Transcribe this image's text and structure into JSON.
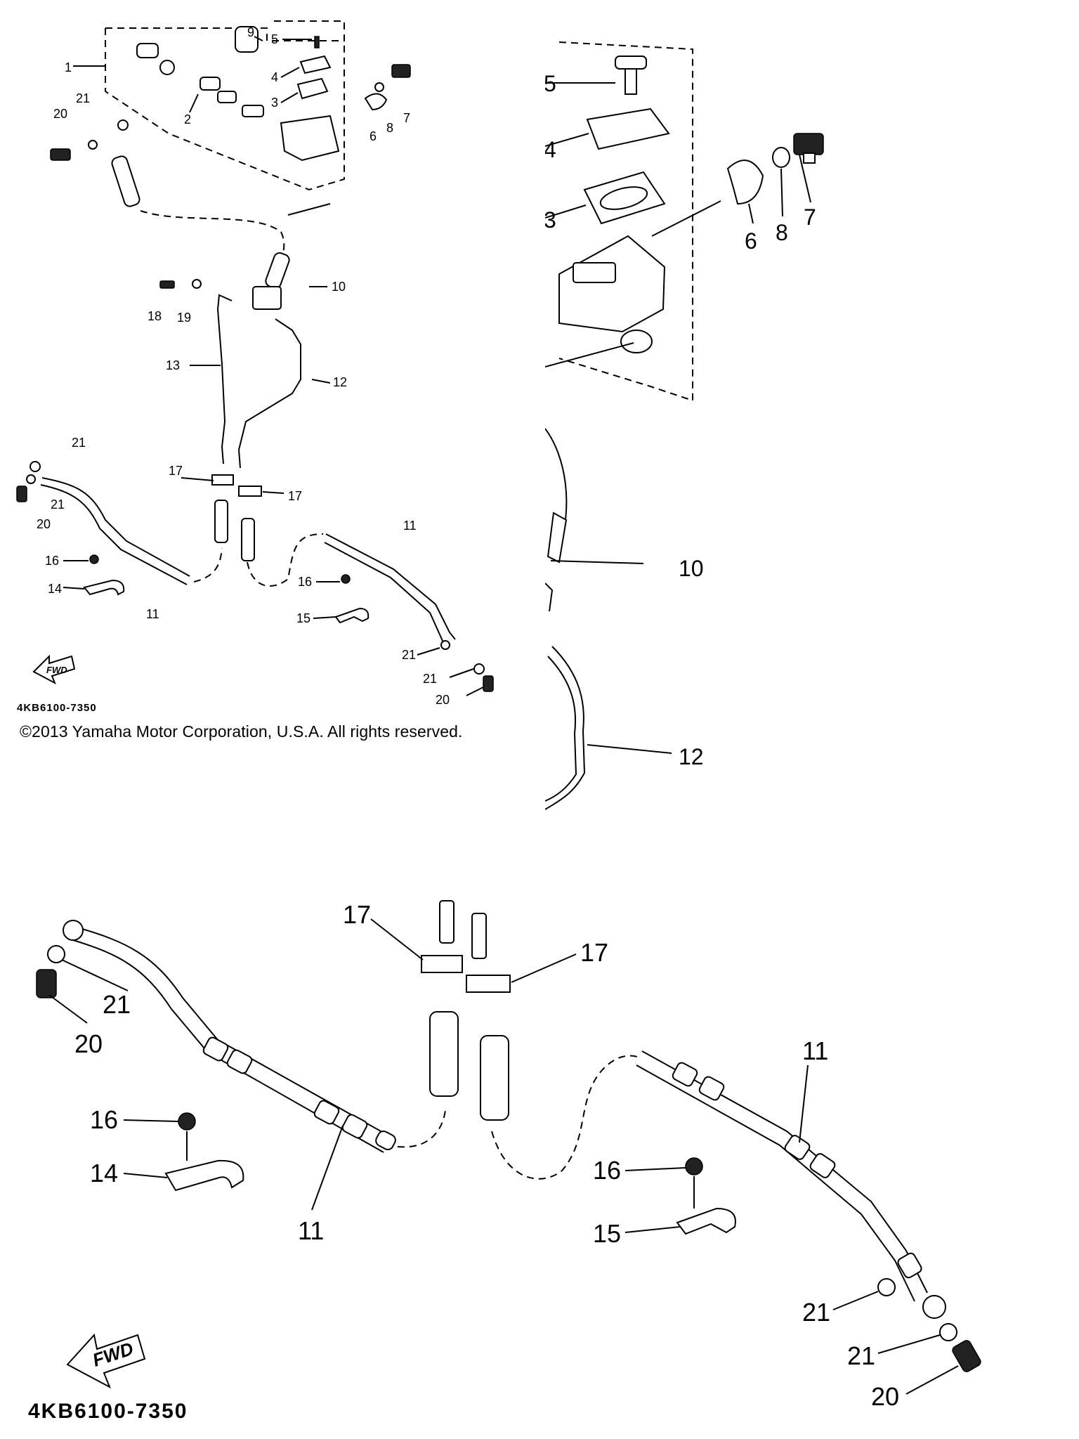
{
  "overview": {
    "callouts": [
      "1",
      "2",
      "3",
      "4",
      "5",
      "6",
      "7",
      "8",
      "9",
      "10",
      "11",
      "11",
      "12",
      "13",
      "14",
      "15",
      "16",
      "16",
      "17",
      "17",
      "18",
      "19",
      "20",
      "20",
      "20",
      "21",
      "21",
      "21",
      "21",
      "21"
    ],
    "fwd_label": "FWD",
    "part_code": "4KB6100-7350",
    "copyright": "©2013 Yamaha Motor Corporation, U.S.A. All rights reserved."
  },
  "detail_top": {
    "callouts": [
      "5",
      "4",
      "3",
      "6",
      "7",
      "8",
      "10",
      "12"
    ]
  },
  "detail_bottom": {
    "callouts": [
      "17",
      "17",
      "21",
      "20",
      "16",
      "14",
      "11",
      "11",
      "16",
      "15",
      "21",
      "21",
      "20"
    ],
    "fwd_label": "FWD",
    "part_code": "4KB6100-7350"
  }
}
